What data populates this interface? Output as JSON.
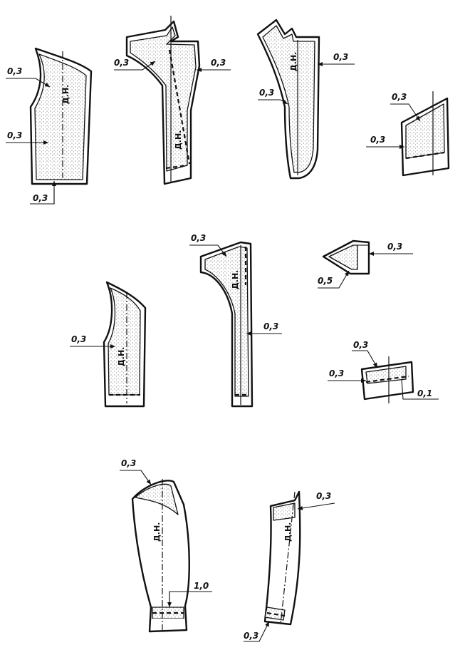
{
  "grain_label": "Д.Н.",
  "labels": {
    "p1_top": "0,3",
    "p1_mid": "0,3",
    "p1_bot": "0,3",
    "p2_left": "0,3",
    "p2_right": "0,3",
    "p3_left": "0,3",
    "p3_right": "0,3",
    "p4_top": "0,3",
    "p4_left": "0,3",
    "p5_left": "0,3",
    "p6_top": "0,3",
    "p6_right": "0,3",
    "p7_right": "0,3",
    "p7_left": "0,5",
    "p8_top": "0,3",
    "p8_left": "0,3",
    "p8_right": "0,1",
    "p9_top": "0,3",
    "p9_bottom": "1,0",
    "p10_top": "0,3",
    "p10_bottom": "0,3"
  }
}
